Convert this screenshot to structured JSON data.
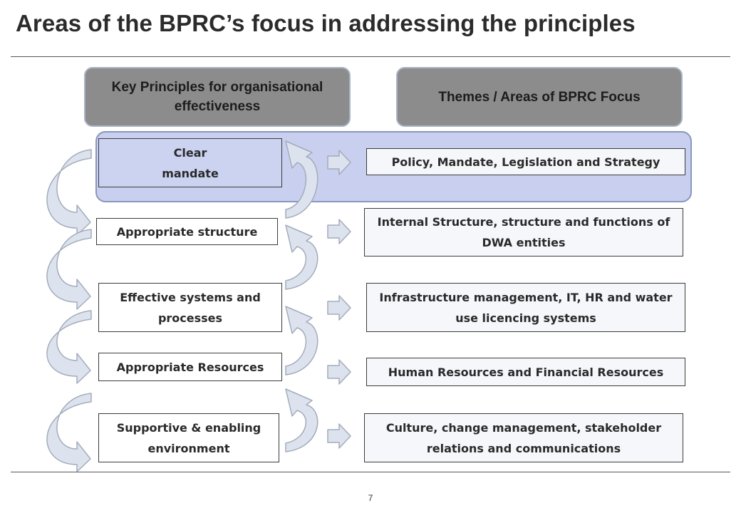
{
  "title": "Areas of the BPRC’s focus in addressing the principles",
  "headers": {
    "left": "Key Principles for organisational effectiveness",
    "right": "Themes / Areas of BPRC Focus"
  },
  "principles": [
    "Clear\nmandate",
    "Appropriate structure",
    "Effective systems and processes",
    "Appropriate Resources",
    "Supportive &  enabling environment"
  ],
  "themes": [
    "Policy, Mandate, Legislation and Strategy",
    "Internal Structure, structure and functions of DWA entities",
    "Infrastructure management, IT, HR and water use licencing systems",
    "Human Resources and Financial Resources",
    "Culture, change management, stakeholder relations and communications"
  ],
  "active_index": 0,
  "page_number": "7",
  "colors": {
    "header_fill": "#8c8c8c",
    "highlight_fill": "#c9cfee",
    "arrow_fill": "#dde3ee",
    "arrow_stroke": "#a3acbb"
  }
}
